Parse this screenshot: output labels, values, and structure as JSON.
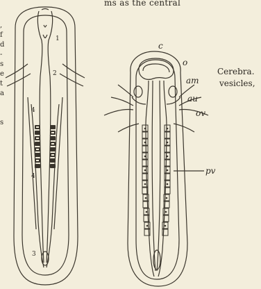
{
  "top_text": "ms as the central",
  "margin_fragments": [
    ",",
    "f",
    "d",
    "-",
    "s",
    "e",
    "t",
    "a",
    "",
    "",
    "s"
  ],
  "side_label": {
    "line1": "Cerebra.",
    "line2": "vesicles,"
  },
  "left_figure": {
    "numbers": {
      "n1": "1",
      "n2": "2",
      "n3": "3",
      "n4a": "4",
      "n4b": "4"
    }
  },
  "right_figure": {
    "labels": {
      "c": "c",
      "o": "o",
      "am": "am",
      "au": "au",
      "ov": "ov",
      "pv": "pv"
    }
  }
}
